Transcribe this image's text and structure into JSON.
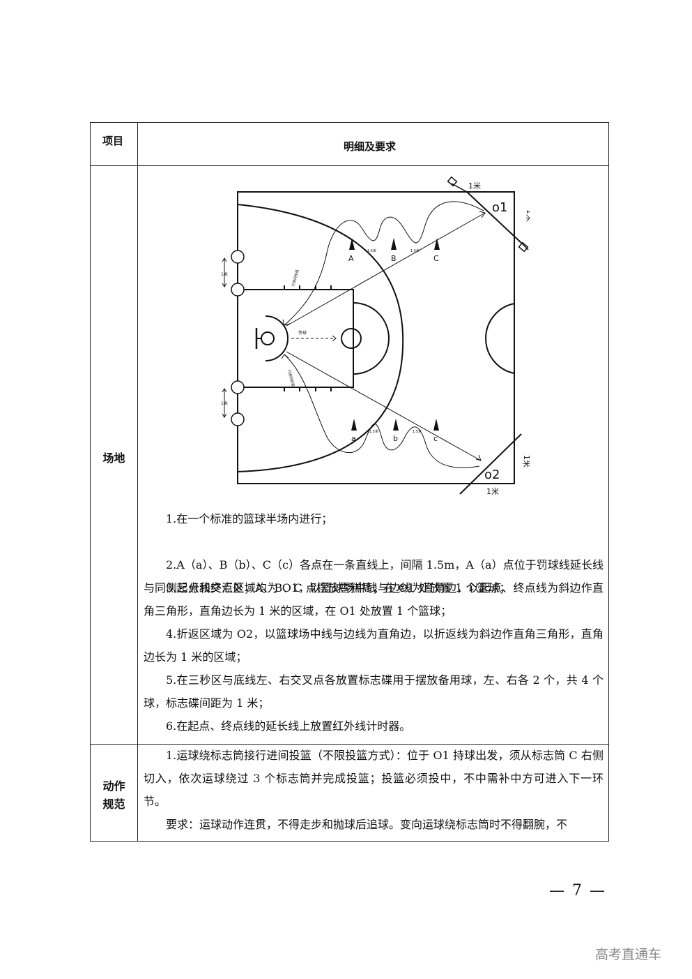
{
  "table": {
    "header": {
      "col1": "项目",
      "col2": "明细及要求"
    },
    "rows": [
      {
        "label": "场地",
        "court": {
          "cone_upper": [
            "A",
            "B",
            "C"
          ],
          "cone_lower": [
            "a",
            "b",
            "c"
          ],
          "spacing": "1.5米",
          "one_meter": "1米",
          "start": "o1",
          "turn": "o2",
          "pass": "传球",
          "path_label": "行进间投篮"
        },
        "paragraphs": [
          "1.在一个标准的篮球半场内进行；",
          "2.A（a）、B（b）、C（c）各点在一条直线上，间隔 1.5m，A（a）点位于罚球线延长线与同侧三分线交汇处；A、B、C 点摆放雪糕筒；在 O1 处放置 1 个篮球；",
          "3.起点和终点区域均为 O1，以篮球场中线与边线为直角边，以起点、终点线为斜边作直角三角形，直角边长为 1 米的区域，在 O1 处放置 1 个篮球；",
          "4.折返区域为 O2，以篮球场中线与边线为直角边，以折返线为斜边作直角三角形，直角边长为 1 米的区域；",
          "5.在三秒区与底线左、右交叉点各放置标志碟用于摆放备用球，左、右各 2 个，共 4 个球，标志碟间距为 1 米；",
          "6.在起点、终点线的延长线上放置红外线计时器。"
        ]
      },
      {
        "label_line1": "动作",
        "label_line2": "规范",
        "paragraphs": [
          "1.运球绕标志筒接行进间投篮（不限投篮方式）：位于 O1 持球出发，须从标志筒 C 右侧切入，依次运球绕过 3 个标志筒并完成投篮；投篮必须投中，不中需补中方可进入下一环节。",
          "要求：运球动作连贯，不得走步和抛球后追球。变向运球绕标志筒时不得翻腕，不"
        ]
      }
    ]
  },
  "page_number": "— 7 —",
  "watermark": "高考直通车"
}
